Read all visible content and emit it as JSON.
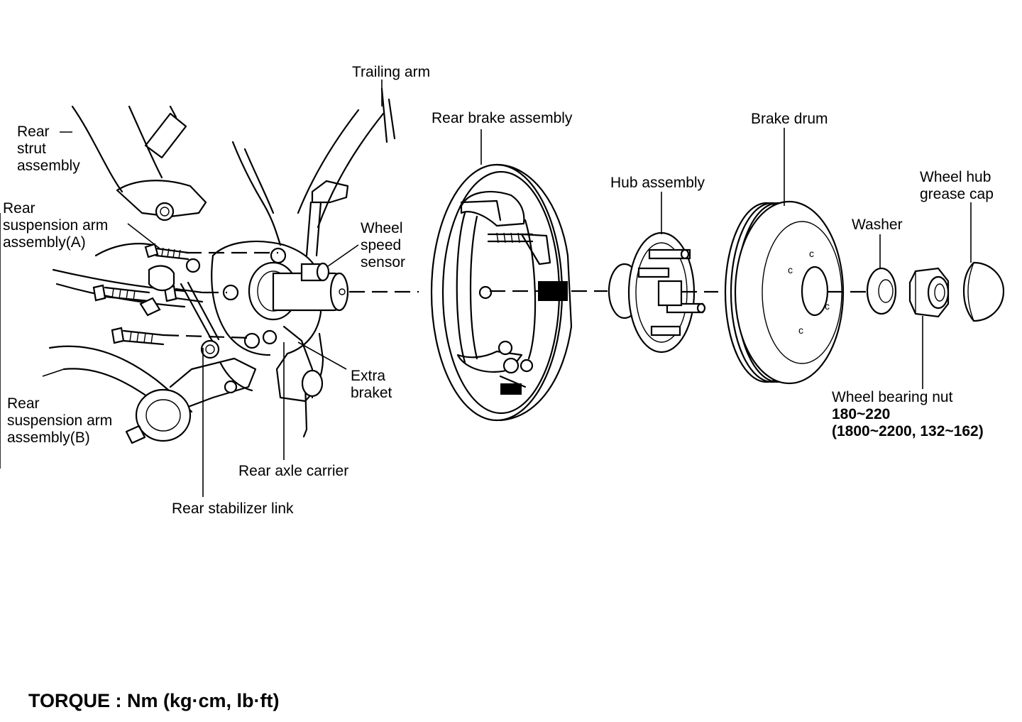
{
  "labels": {
    "trailing_arm": "Trailing arm",
    "rear_strut_1": "Rear",
    "rear_strut_2": "strut",
    "rear_strut_3": "assembly",
    "arm_a_1": "Rear",
    "arm_a_2": "suspension arm",
    "arm_a_3": "assembly(A)",
    "wheel_speed_1": "Wheel",
    "wheel_speed_2": "speed",
    "wheel_speed_3": "sensor",
    "rear_brake_assembly": "Rear brake assembly",
    "hub_assembly": "Hub assembly",
    "brake_drum": "Brake drum",
    "washer": "Washer",
    "grease_cap_1": "Wheel hub",
    "grease_cap_2": "grease cap",
    "extra_braket_1": "Extra",
    "extra_braket_2": "braket",
    "arm_b_1": "Rear",
    "arm_b_2": "suspension arm",
    "arm_b_3": "assembly(B)",
    "wheel_bearing_nut": "Wheel bearing nut",
    "torque_value": "180~220",
    "torque_alt": "(1800~2200, 132~162)",
    "rear_axle_carrier": "Rear axle carrier",
    "rear_stabilizer_link": "Rear stabilizer link"
  },
  "torque_note": "TORQUE : Nm (kg·cm, lb·ft)"
}
